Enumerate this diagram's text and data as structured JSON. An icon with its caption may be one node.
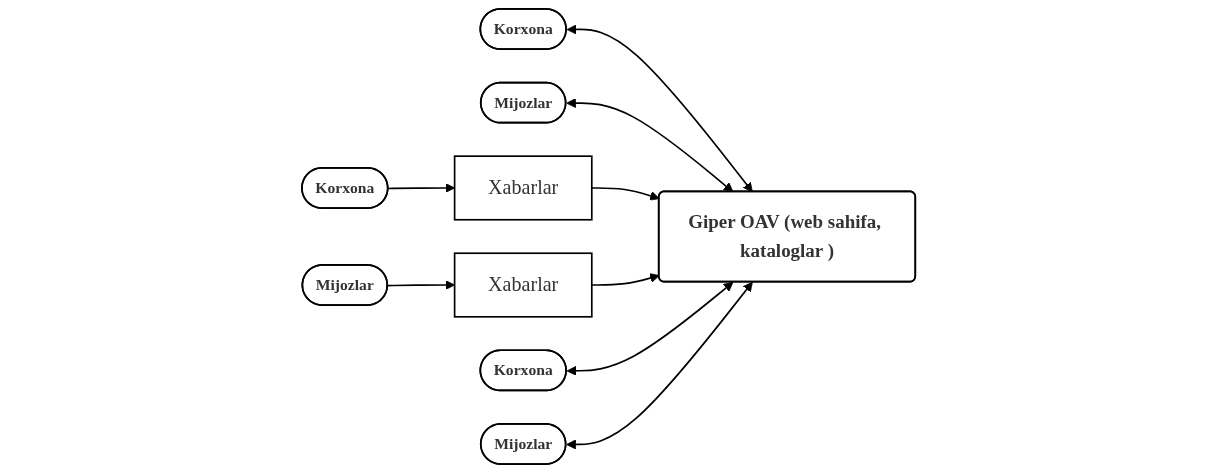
{
  "diagram": {
    "nodes": [
      {
        "text": [
          "Korxona"
        ]
      },
      {
        "text": [
          "Mijozlar"
        ]
      },
      {
        "text": [
          "Korxona"
        ]
      },
      {
        "text": [
          "Xabarlar"
        ]
      },
      {
        "text": [
          "Giper OAV (web sahifa, kataloglar )"
        ]
      },
      {
        "text": [
          "Xabarlar"
        ]
      },
      {
        "text": [
          "Mijozlar"
        ]
      },
      {
        "text": [
          "Korxona"
        ]
      },
      {
        "text": [
          "Mijozlar"
        ]
      }
    ],
    "edges": [
      {
        "from": 0,
        "to": 4,
        "arrow": "both"
      },
      {
        "from": 1,
        "to": 4,
        "arrow": "both"
      },
      {
        "from": 2,
        "to": 3,
        "arrow": "to"
      },
      {
        "from": 3,
        "to": 4,
        "arrow": "to"
      },
      {
        "from": 5,
        "to": 4,
        "arrow": "to"
      },
      {
        "from": 6,
        "to": 5,
        "arrow": "to"
      },
      {
        "from": 7,
        "to": 4,
        "arrow": "both"
      },
      {
        "from": 8,
        "to": 4,
        "arrow": "both"
      }
    ]
  }
}
